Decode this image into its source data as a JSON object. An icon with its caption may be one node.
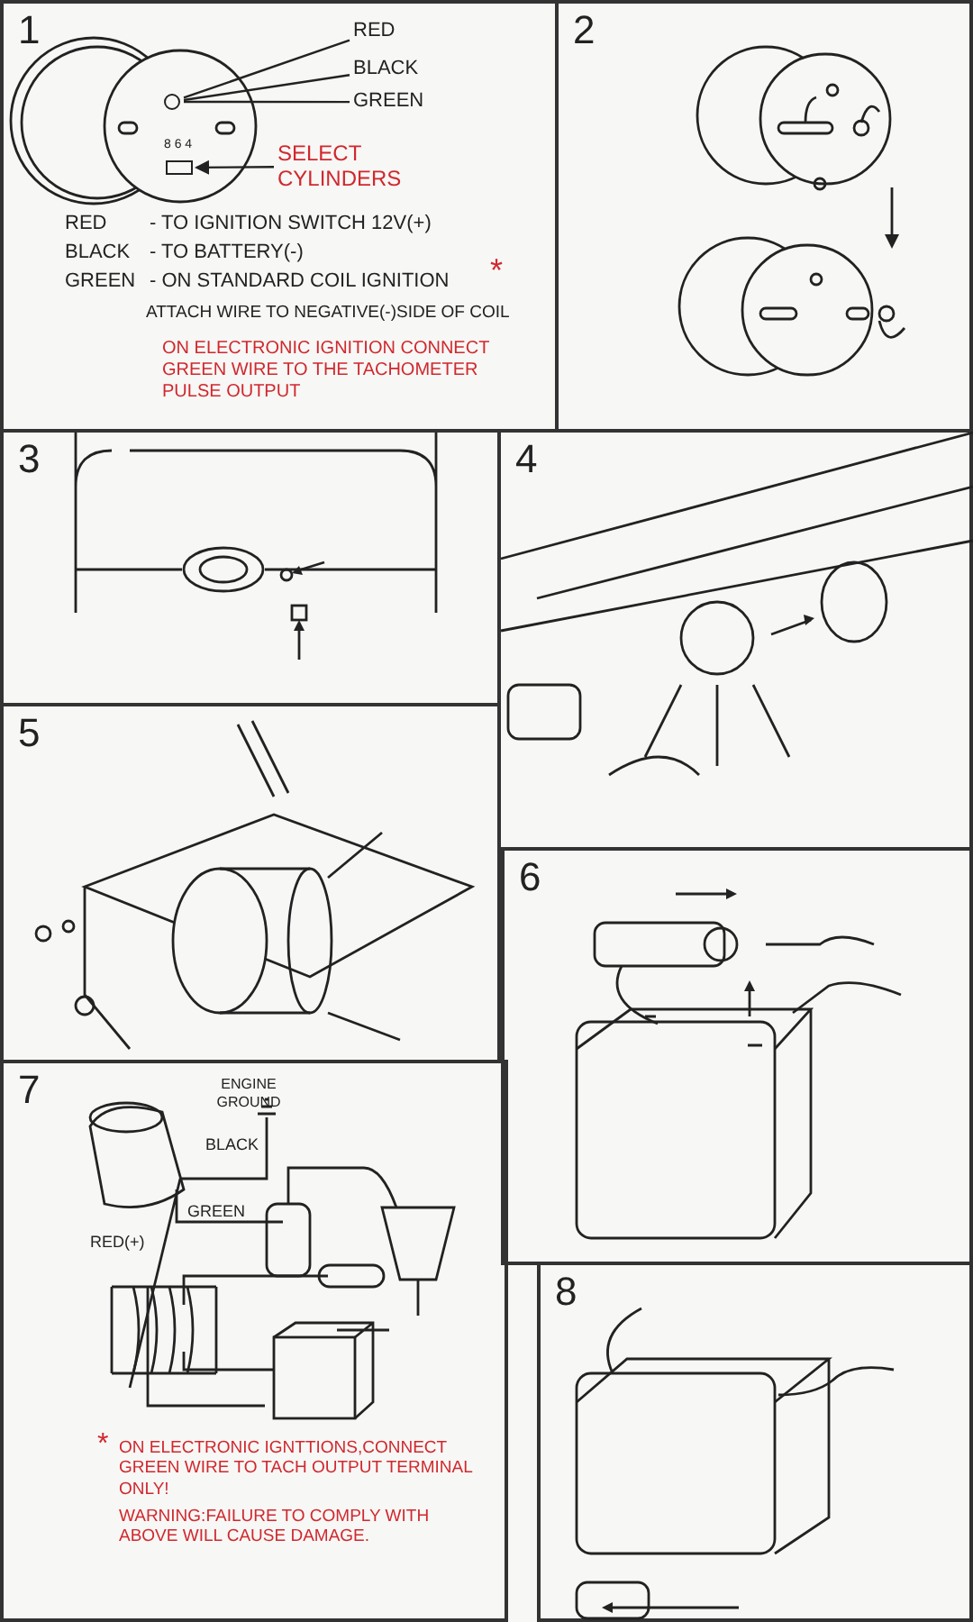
{
  "diagram": {
    "nodes": [
      {
        "text": [
          "1"
        ]
      },
      {
        "text": [],
        "shape": "circle",
        "in": 0
      },
      {
        "text": [
          "RED"
        ],
        "in": 0
      },
      {
        "text": [
          "BLACK"
        ],
        "in": 0
      },
      {
        "text": [
          "GREEN"
        ],
        "in": 0
      },
      {
        "text": [],
        "shape": "box",
        "in": 0
      },
      {
        "text": [
          "SELECT CYLINDERS"
        ],
        "in": 0
      },
      {
        "text": [
          "2"
        ]
      },
      {
        "text": [
          "3"
        ]
      },
      {
        "text": [
          "4"
        ]
      },
      {
        "text": [
          "5"
        ]
      },
      {
        "text": [
          "6"
        ]
      },
      {
        "text": [
          "7"
        ]
      },
      {
        "text": [
          "8"
        ]
      }
    ],
    "edges": [
      {
        "from": 2,
        "to": 1,
        "arrow": "none"
      },
      {
        "from": 3,
        "to": 1,
        "arrow": "none"
      },
      {
        "from": 4,
        "to": 1,
        "arrow": "none"
      },
      {
        "from": 6,
        "to": 5,
        "arrow": "to"
      }
    ],
    "labels": [
      "8 6 4",
      "RED",
      "- TO IGNITION SWITCH 12V(+)",
      "BLACK",
      "- TO BATTERY(-)",
      "GREEN",
      "- ON STANDARD COIL IGNITION",
      "*",
      "ATTACH WIRE TO NEGATIVE(-)SIDE OF COIL",
      "ON ELECTRONIC IGNITION CONNECT GREEN WIRE TO THE TACHOMETER PULSE OUTPUT",
      "ENGINE GROUND",
      "BLACK",
      "GREEN",
      "RED(+)",
      "*",
      "ON ELECTRONIC IGNTTIONS,CONNECT GREEN WIRE TO TACH OUTPUT TERMINAL ONLY!",
      "WARNING:FAILURE TO COMPLY WITH ABOVE WILL CAUSE DAMAGE."
    ]
  }
}
